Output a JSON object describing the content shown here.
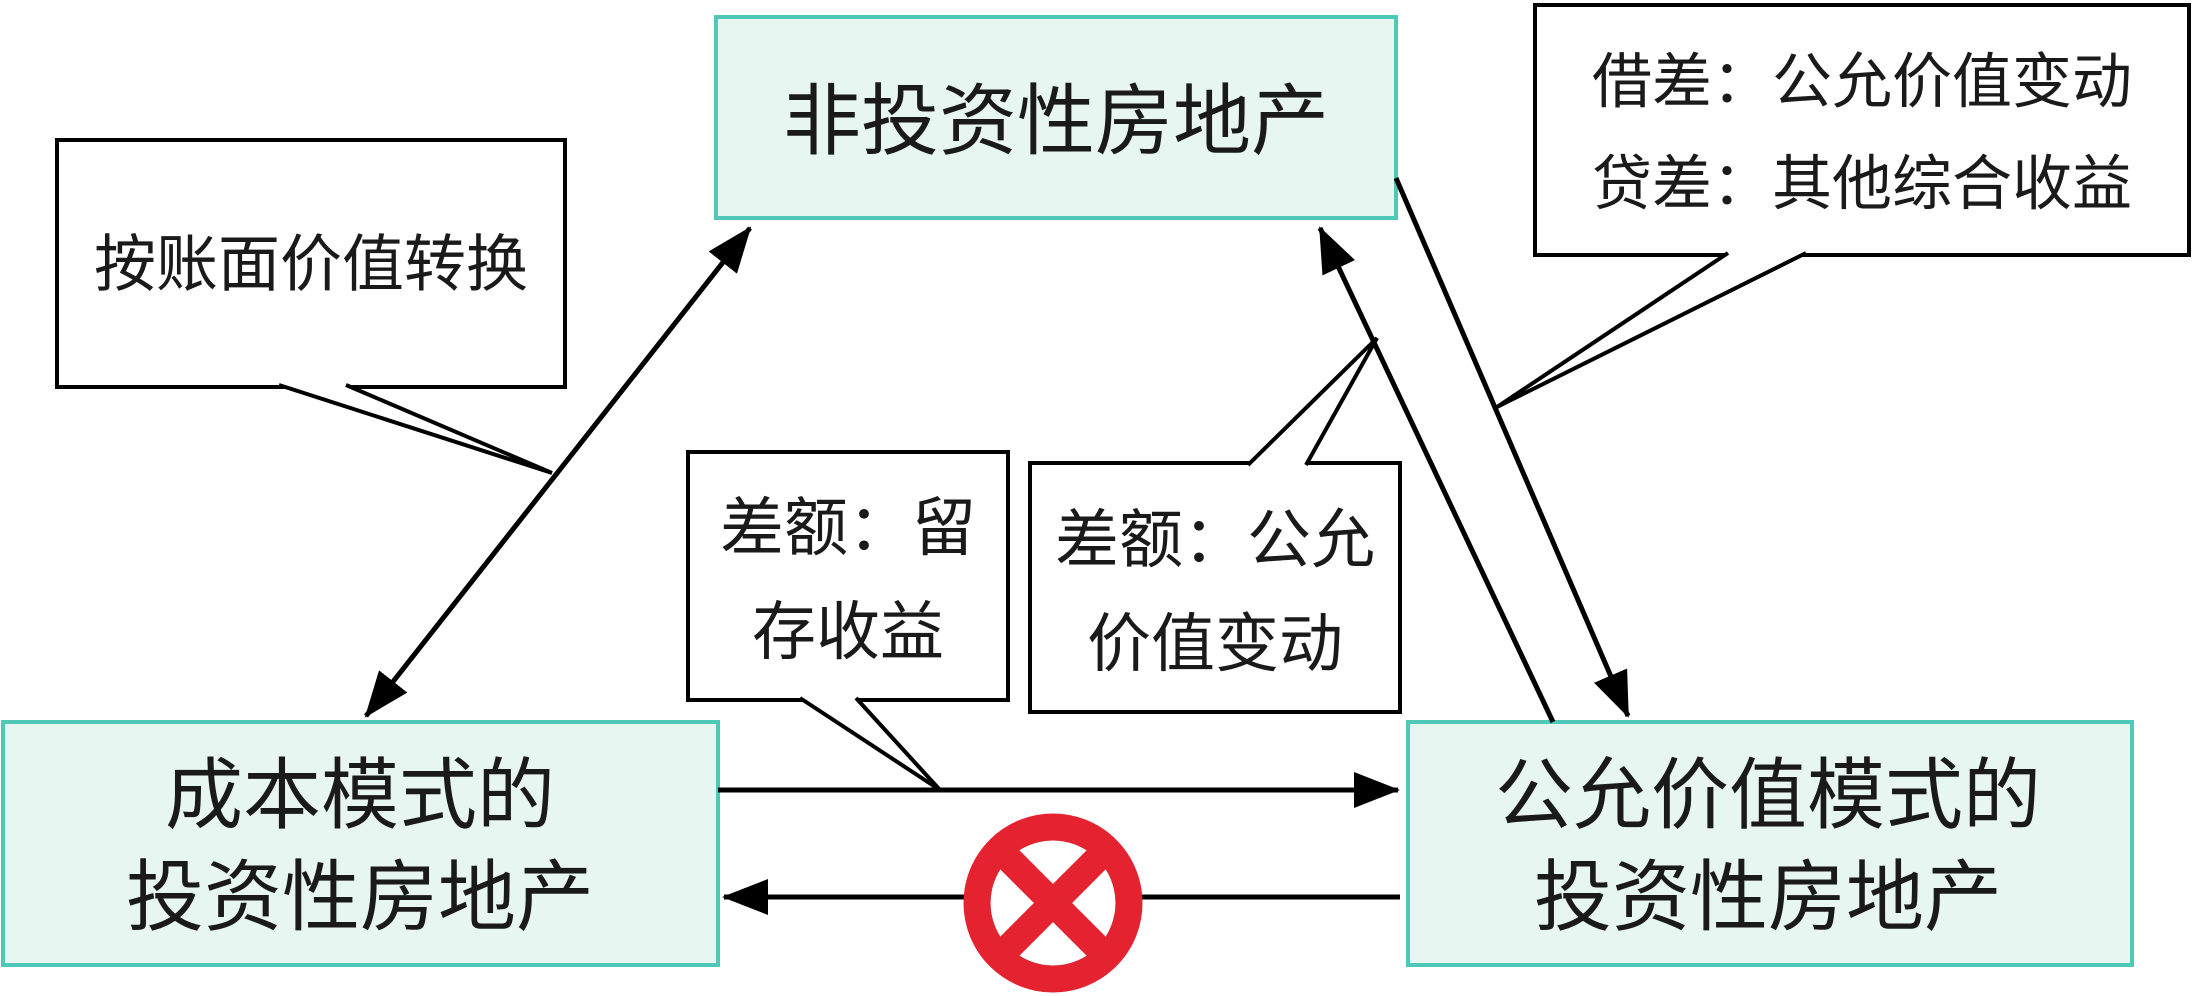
{
  "diagram": {
    "boxes": {
      "non_investment": {
        "label": "非投资性房地产"
      },
      "cost_model": {
        "line1": "成本模式的",
        "line2": "投资性房地产"
      },
      "fair_value_model": {
        "line1": "公允价值模式的",
        "line2": "投资性房地产"
      }
    },
    "callouts": {
      "book_value": {
        "label": "按账面价值转换"
      },
      "debit_credit": {
        "line1": "借差：公允价值变动",
        "line2": "贷差：其他综合收益"
      },
      "retained_earnings": {
        "line1": "差额：留",
        "line2": "存收益"
      },
      "fv_change": {
        "line1": "差额：公允",
        "line2": "价值变动"
      }
    },
    "icons": {
      "prohibition": "no-entry-crossed-circle"
    },
    "colors": {
      "box_fill": "#e8f6f1",
      "box_border": "#4fc8b7",
      "callout_fill": "#ffffff",
      "callout_border": "#000000",
      "arrow": "#000000",
      "text": "#1a1a1a",
      "prohibition_red": "#e52330",
      "prohibition_inner_ring_teal": "#2f9c8d"
    }
  }
}
